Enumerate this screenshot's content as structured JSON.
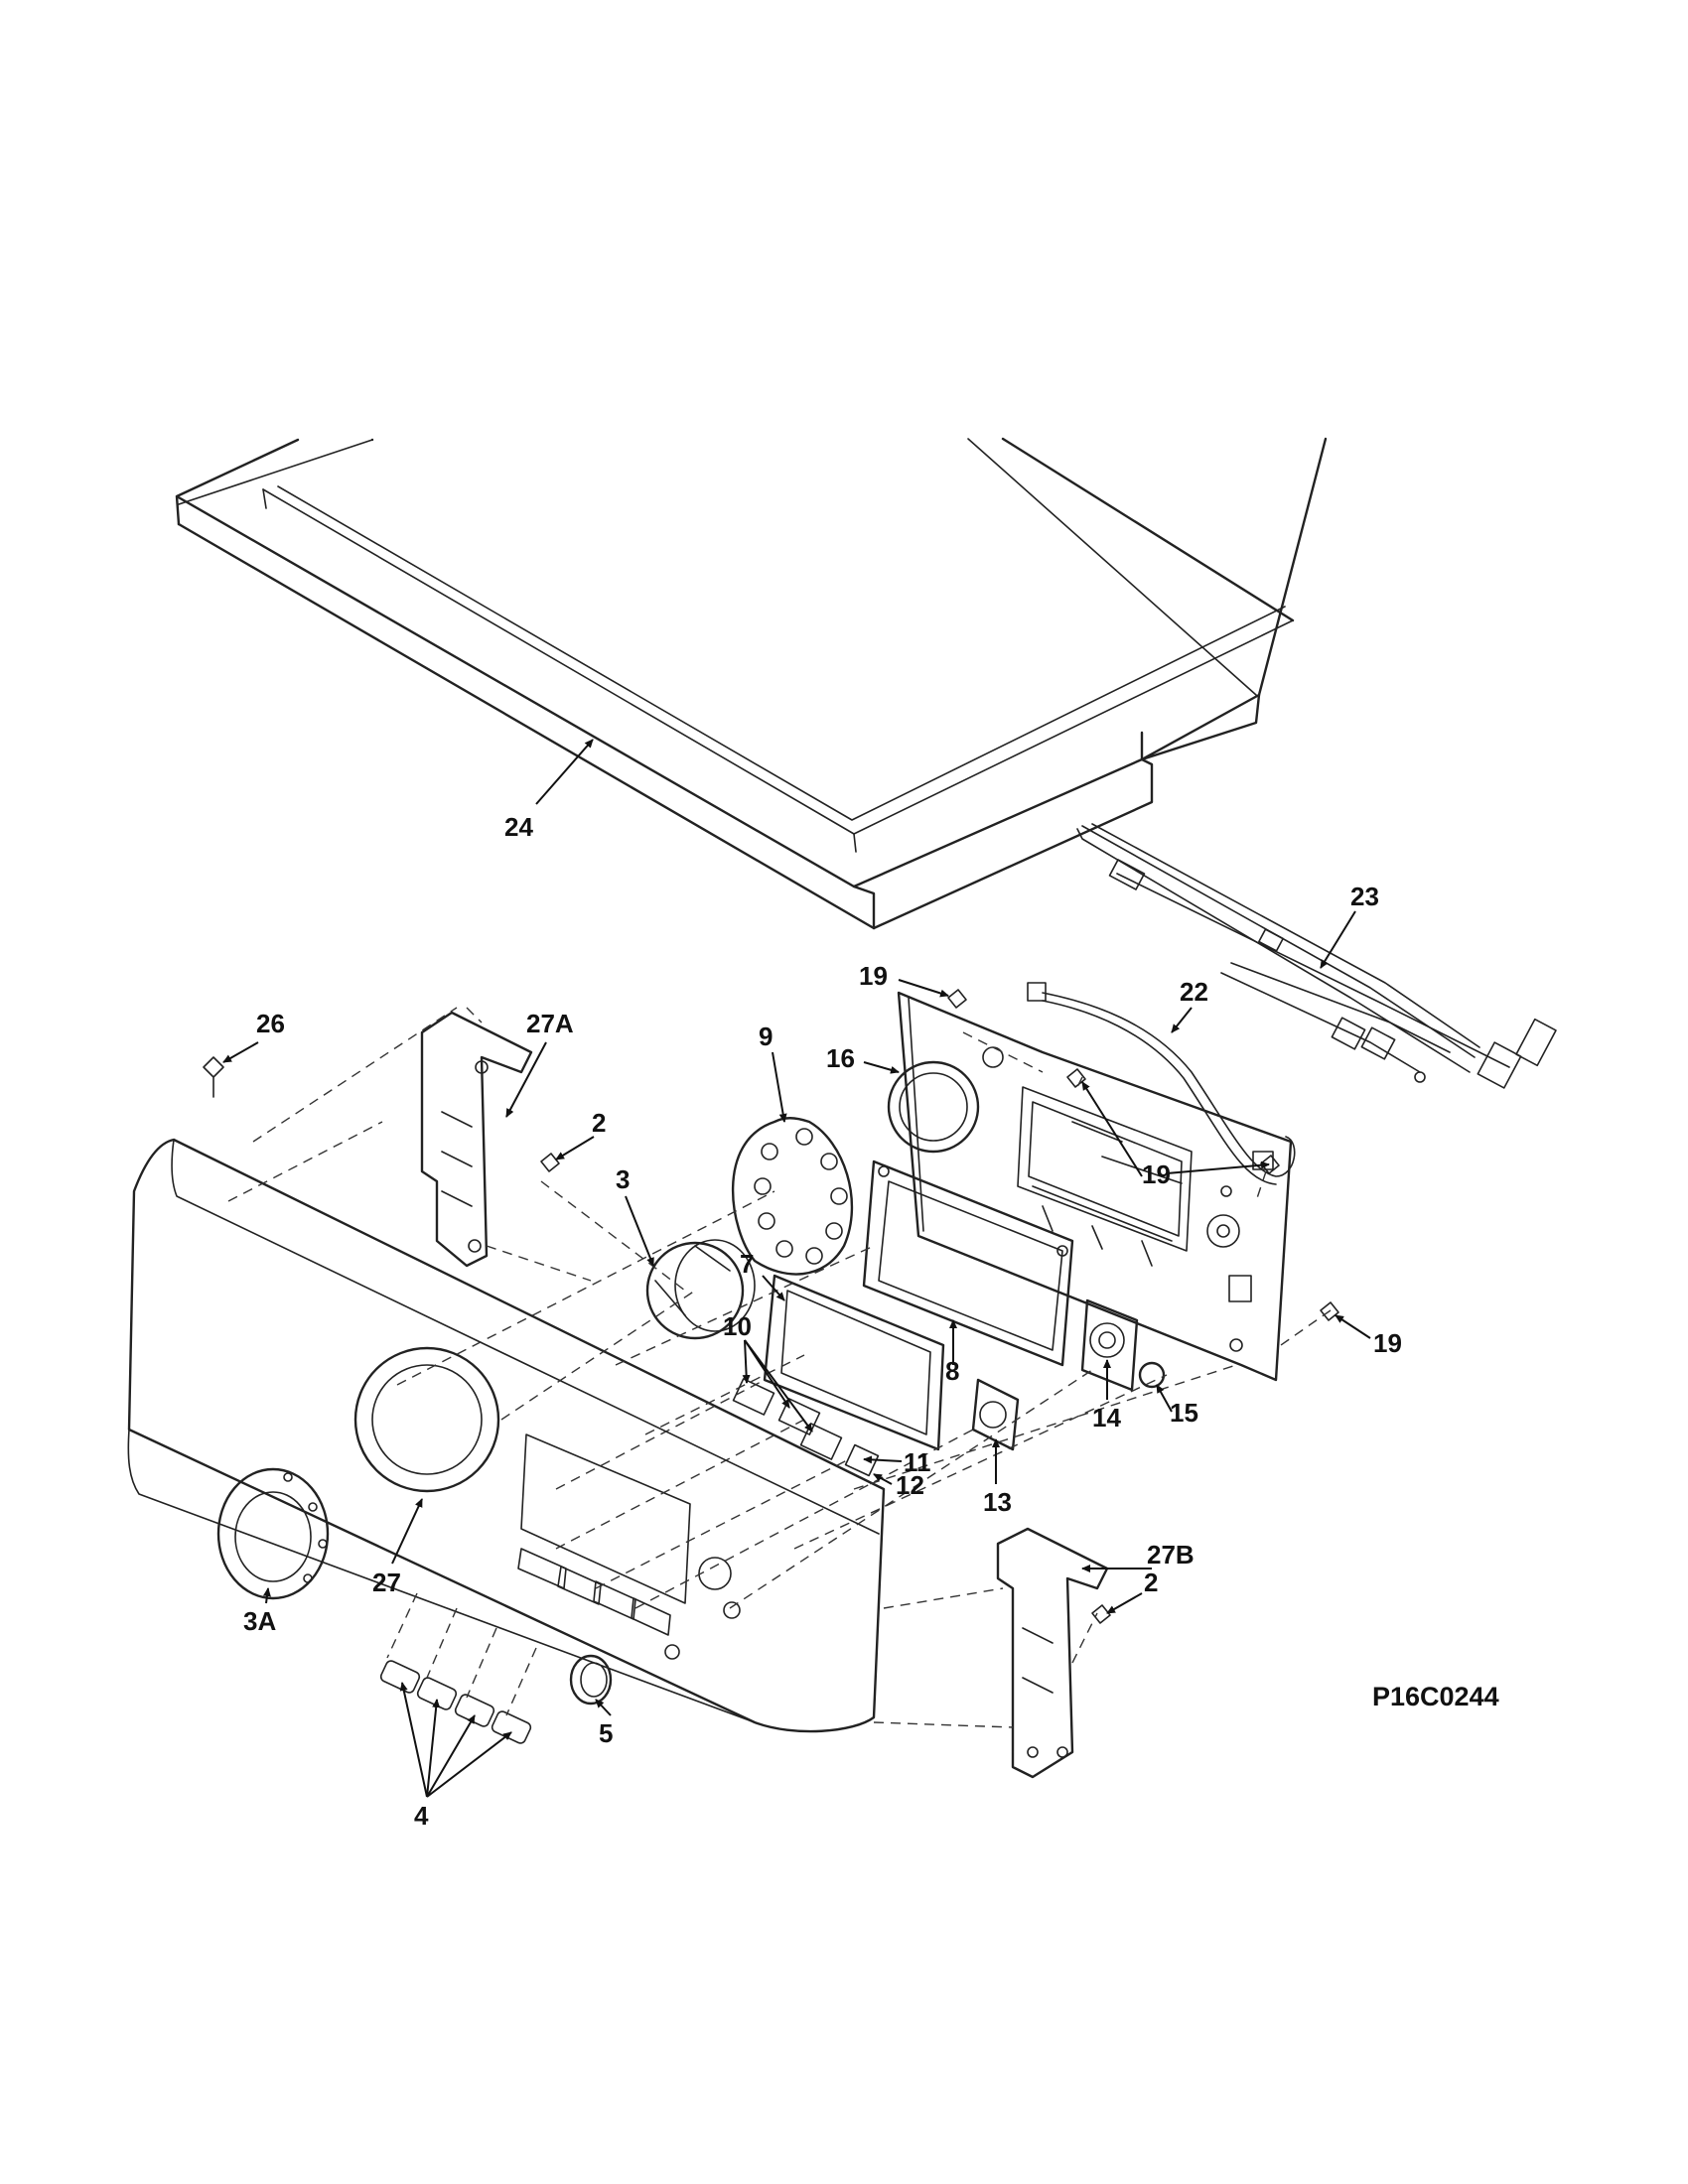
{
  "drawing_code": "P16C0244",
  "callouts": {
    "c24": "24",
    "c23": "23",
    "c22": "22",
    "c19a": "19",
    "c19b": "19",
    "c19c": "19",
    "c16": "16",
    "c9": "9",
    "c26": "26",
    "c27a": "27A",
    "c2a": "2",
    "c3": "3",
    "c7": "7",
    "c8": "8",
    "c10": "10",
    "c11": "11",
    "c12": "12",
    "c13": "13",
    "c14": "14",
    "c15": "15",
    "c27": "27",
    "c3a": "3A",
    "c4": "4",
    "c5": "5",
    "c27b": "27B",
    "c2b": "2"
  }
}
